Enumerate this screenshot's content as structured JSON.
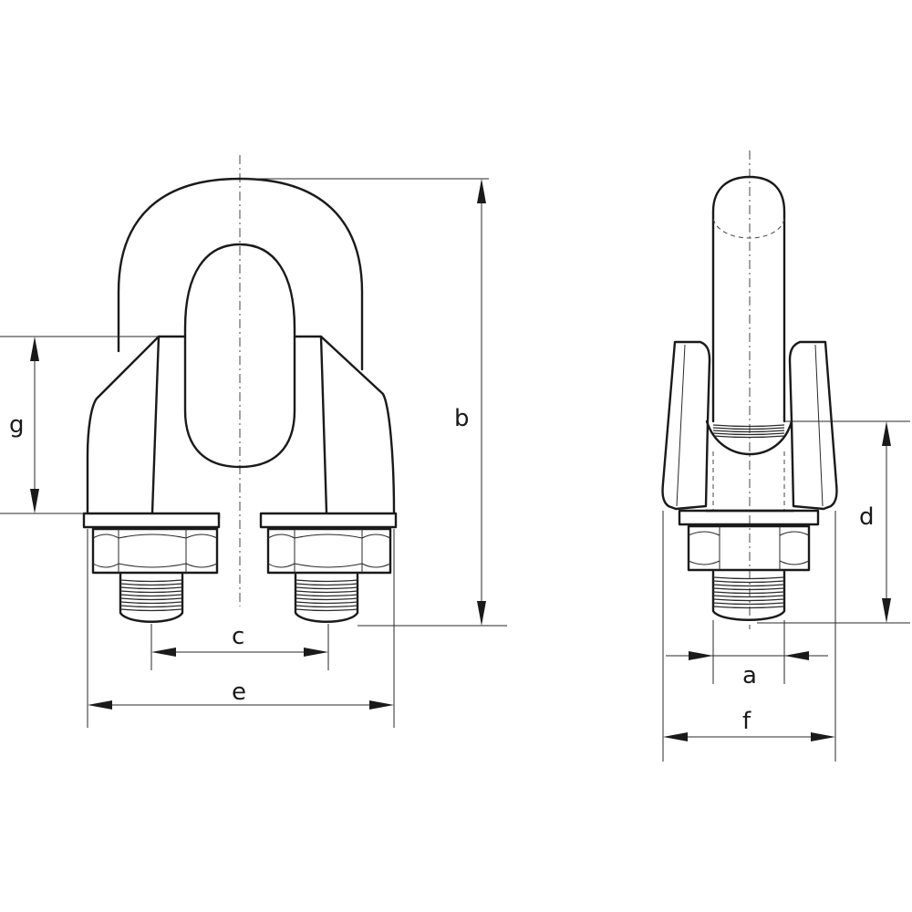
{
  "labels": {
    "g": "g",
    "b": "b",
    "c": "c",
    "e": "e",
    "d": "d",
    "a": "a",
    "f": "f"
  },
  "colors": {
    "line": "#1a1a1a",
    "background": "#ffffff"
  }
}
